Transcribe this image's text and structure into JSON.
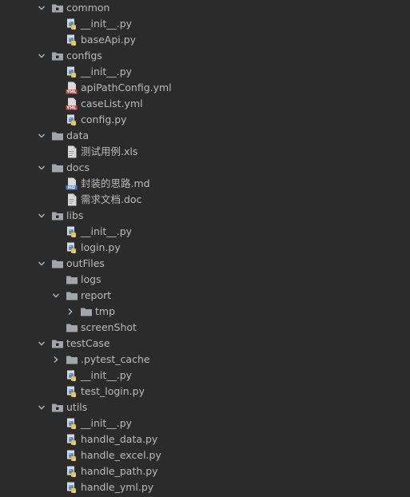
{
  "tree": [
    {
      "name": "common",
      "kind": "package",
      "depth": 0,
      "expanded": true
    },
    {
      "name": "__init__.py",
      "kind": "py",
      "depth": 1
    },
    {
      "name": "baseApi.py",
      "kind": "py",
      "depth": 1
    },
    {
      "name": "configs",
      "kind": "package",
      "depth": 0,
      "expanded": true
    },
    {
      "name": "__init__.py",
      "kind": "py",
      "depth": 1
    },
    {
      "name": "apiPathConfig.yml",
      "kind": "yml",
      "depth": 1
    },
    {
      "name": "caseList.yml",
      "kind": "yml",
      "depth": 1
    },
    {
      "name": "config.py",
      "kind": "py",
      "depth": 1
    },
    {
      "name": "data",
      "kind": "folder",
      "depth": 0,
      "expanded": true
    },
    {
      "name": "测试用例.xls",
      "kind": "file",
      "depth": 1
    },
    {
      "name": "docs",
      "kind": "folder",
      "depth": 0,
      "expanded": true
    },
    {
      "name": "封装的思路.md",
      "kind": "md",
      "depth": 1
    },
    {
      "name": "需求文档.doc",
      "kind": "file",
      "depth": 1
    },
    {
      "name": "libs",
      "kind": "package",
      "depth": 0,
      "expanded": true
    },
    {
      "name": "__init__.py",
      "kind": "py",
      "depth": 1
    },
    {
      "name": "login.py",
      "kind": "py",
      "depth": 1
    },
    {
      "name": "outFiles",
      "kind": "folder",
      "depth": 0,
      "expanded": true
    },
    {
      "name": "logs",
      "kind": "folder",
      "depth": 1
    },
    {
      "name": "report",
      "kind": "folder",
      "depth": 1,
      "expanded": true
    },
    {
      "name": "tmp",
      "kind": "folder",
      "depth": 2,
      "expanded": false
    },
    {
      "name": "screenShot",
      "kind": "folder",
      "depth": 1
    },
    {
      "name": "testCase",
      "kind": "package",
      "depth": 0,
      "expanded": true
    },
    {
      "name": ".pytest_cache",
      "kind": "folder",
      "depth": 1,
      "expanded": false
    },
    {
      "name": "__init__.py",
      "kind": "py",
      "depth": 1
    },
    {
      "name": "test_login.py",
      "kind": "py",
      "depth": 1
    },
    {
      "name": "utils",
      "kind": "package",
      "depth": 0,
      "expanded": true
    },
    {
      "name": "__init__.py",
      "kind": "py",
      "depth": 1
    },
    {
      "name": "handle_data.py",
      "kind": "py",
      "depth": 1
    },
    {
      "name": "handle_excel.py",
      "kind": "py",
      "depth": 1
    },
    {
      "name": "handle_path.py",
      "kind": "py",
      "depth": 1
    },
    {
      "name": "handle_yml.py",
      "kind": "py",
      "depth": 1
    }
  ],
  "icon_names": {
    "package": "package-folder-icon",
    "folder": "folder-icon",
    "py": "python-file-icon",
    "yml": "yml-file-icon",
    "md": "markdown-file-icon",
    "file": "generic-file-icon"
  },
  "icon_badges": {
    "yml": "YML",
    "md": "MD"
  },
  "colors": {
    "background": "#2b2b2b",
    "text": "#bbbbbb",
    "folder": "#a0a6ab",
    "chevron": "#a9b7c6",
    "python_blue": "#4a8fd6",
    "python_yellow": "#f0c43a",
    "yml_badge": "#c4453d",
    "md_badge": "#3f7cc0",
    "file_page": "#d9d9d9"
  }
}
